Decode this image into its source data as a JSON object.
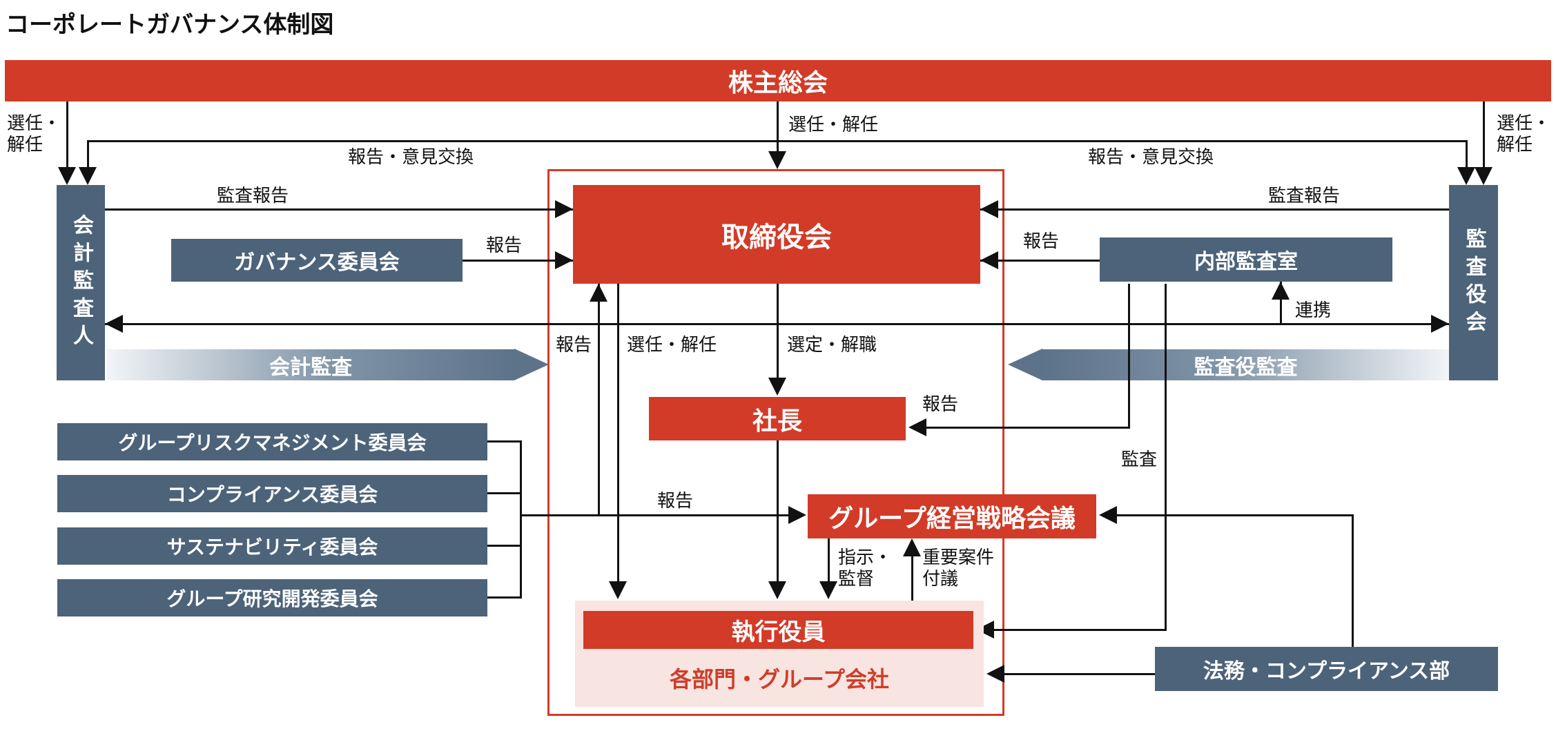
{
  "title": "コーポレートガバナンス体制図",
  "nodes": {
    "shareholders": "株主総会",
    "accounting_auditor": "会計監査人",
    "audit_board": "監査役会",
    "board": "取締役会",
    "governance_committee": "ガバナンス委員会",
    "internal_audit": "内部監査室",
    "president": "社長",
    "strategy_meeting": "グループ経営戦略会議",
    "executive_officers": "執行役員",
    "divisions": "各部門・グループ会社",
    "legal_compliance": "法務・コンプライアンス部"
  },
  "committees": [
    "グループリスクマネジメント委員会",
    "コンプライアンス委員会",
    "サステナビリティ委員会",
    "グループ研究開発委員会"
  ],
  "bands": {
    "accounting_audit": "会計監査",
    "auditor_audit": "監査役監査"
  },
  "labels": {
    "appoint_dismiss_left": "選任・\n解任",
    "appoint_dismiss_center": "選任・解任",
    "appoint_dismiss_right": "選任・\n解任",
    "report_exchange_left": "報告・意見交換",
    "report_exchange_right": "報告・意見交換",
    "audit_report_left": "監査報告",
    "audit_report_right": "監査報告",
    "report_governance": "報告",
    "report_internal_audit": "報告",
    "cooperation": "連携",
    "report_to_board": "報告",
    "appoint_dismiss_exec": "選任・解任",
    "select_dismiss_president": "選定・解職",
    "report_to_president": "報告",
    "audit": "監査",
    "report_committees": "報告",
    "instruct_supervise": "指示・\n監督",
    "important_matters": "重要案件\n付議"
  },
  "colors": {
    "accent_red": "#d23b28",
    "slate_blue": "#4c6379",
    "light_pink": "#f8e4e0",
    "band_dark": "#5d7389",
    "band_light": "#f2f5f7",
    "line_black": "#111111"
  }
}
